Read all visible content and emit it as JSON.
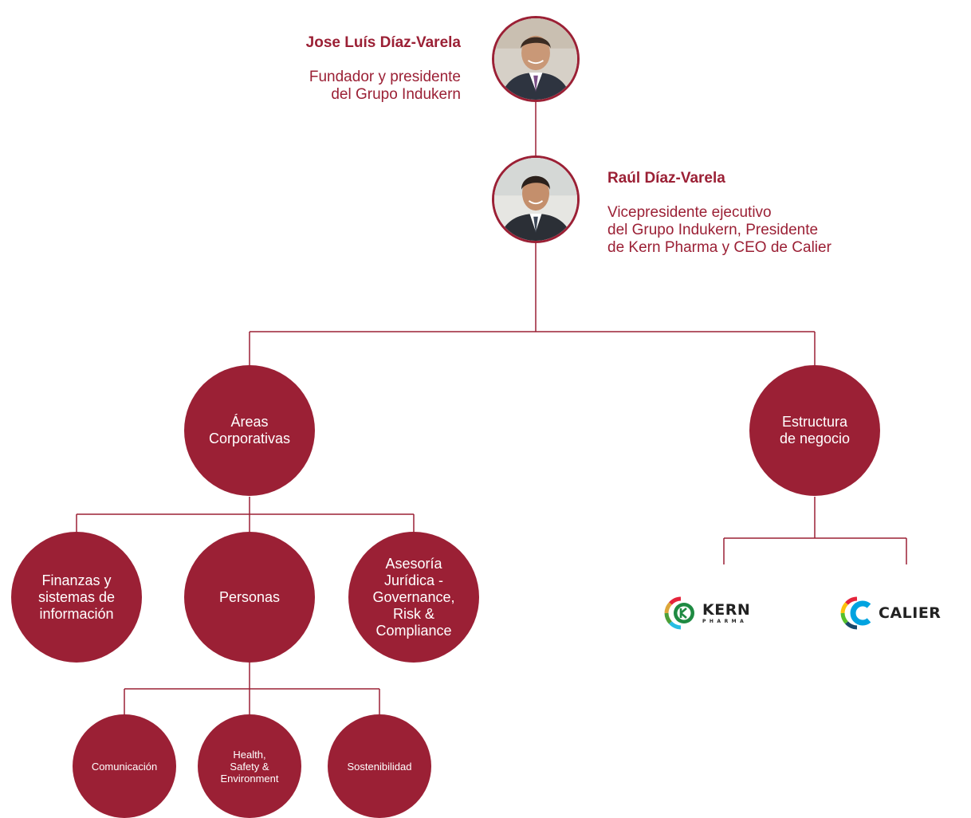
{
  "colors": {
    "accent": "#9b2035",
    "text_on_accent": "#ffffff"
  },
  "founder": {
    "name": "Jose Luís Díaz-Varela",
    "role": "Fundador y presidente\ndel Grupo Indukern"
  },
  "vice_president": {
    "name": "Raúl Díaz-Varela",
    "role": "Vicepresidente ejecutivo\ndel Grupo Indukern, Presidente\nde Kern Pharma y CEO de Calier"
  },
  "nodes": {
    "areas_corporativas": "Áreas\nCorporativas",
    "estructura_negocio": "Estructura\nde negocio",
    "finanzas": "Finanzas y\nsistemas de\ninformación",
    "personas": "Personas",
    "asesoria": "Asesoría\nJurídica -\nGovernance,\nRisk &\nCompliance",
    "comunicacion": "Comunicación",
    "hse": "Health,\nSafety &\nEnvironment",
    "sostenibilidad": "Sostenibilidad"
  },
  "brands": {
    "kern": {
      "name": "KERN",
      "sub": "PHARMA",
      "icon": "kern-pharma-logo-icon"
    },
    "calier": {
      "name": "CALIER",
      "icon": "calier-logo-icon"
    }
  }
}
